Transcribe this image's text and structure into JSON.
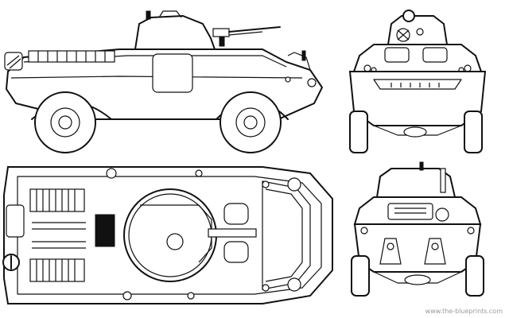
{
  "drawing": {
    "subject": "armored-reconnaissance-vehicle",
    "views": [
      {
        "id": "side",
        "name": "side-view"
      },
      {
        "id": "front",
        "name": "front-view"
      },
      {
        "id": "top",
        "name": "top-view"
      },
      {
        "id": "rear",
        "name": "rear-view"
      }
    ],
    "colors": {
      "ink": "#111111",
      "paper": "#ffffff",
      "credit": "#9a9a9a"
    },
    "credit_text": "www.the-blueprints.com"
  }
}
